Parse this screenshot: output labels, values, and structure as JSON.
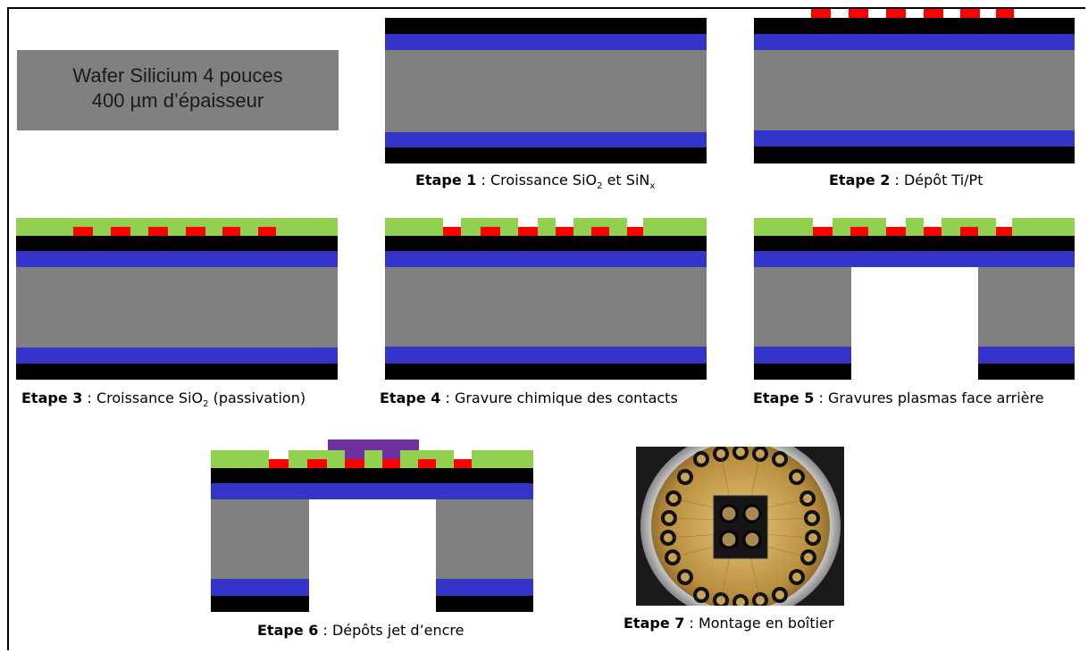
{
  "intro": {
    "line1": "Wafer Silicium 4 pouces",
    "line2": "400 µm d’épaisseur"
  },
  "steps": [
    {
      "label": "Etape 1",
      "text_prefix": " : Croissance SiO",
      "sub1": "2",
      "mid": " et SiN",
      "sub2": "x"
    },
    {
      "label": "Etape 2",
      "text": " : Dépôt Ti/Pt"
    },
    {
      "label": "Etape 3",
      "text_prefix": " : Croissance SiO",
      "sub1": "2",
      "text_suffix": " (passivation)"
    },
    {
      "label": "Etape 4",
      "text": " : Gravure chimique des contacts"
    },
    {
      "label": "Etape 5",
      "text": " : Gravures plasmas face arrière"
    },
    {
      "label": "Etape 6",
      "text": " : Dépôts jet d’encre"
    },
    {
      "label": "Etape 7",
      "text": " : Montage en boîtier"
    }
  ],
  "colors": {
    "silicon": "#808080",
    "sinx": "#3434c8",
    "sio2_black": "#000000",
    "passivation": "#92d050",
    "ti_pt": "#ff0000",
    "ink": "#7030a0"
  }
}
